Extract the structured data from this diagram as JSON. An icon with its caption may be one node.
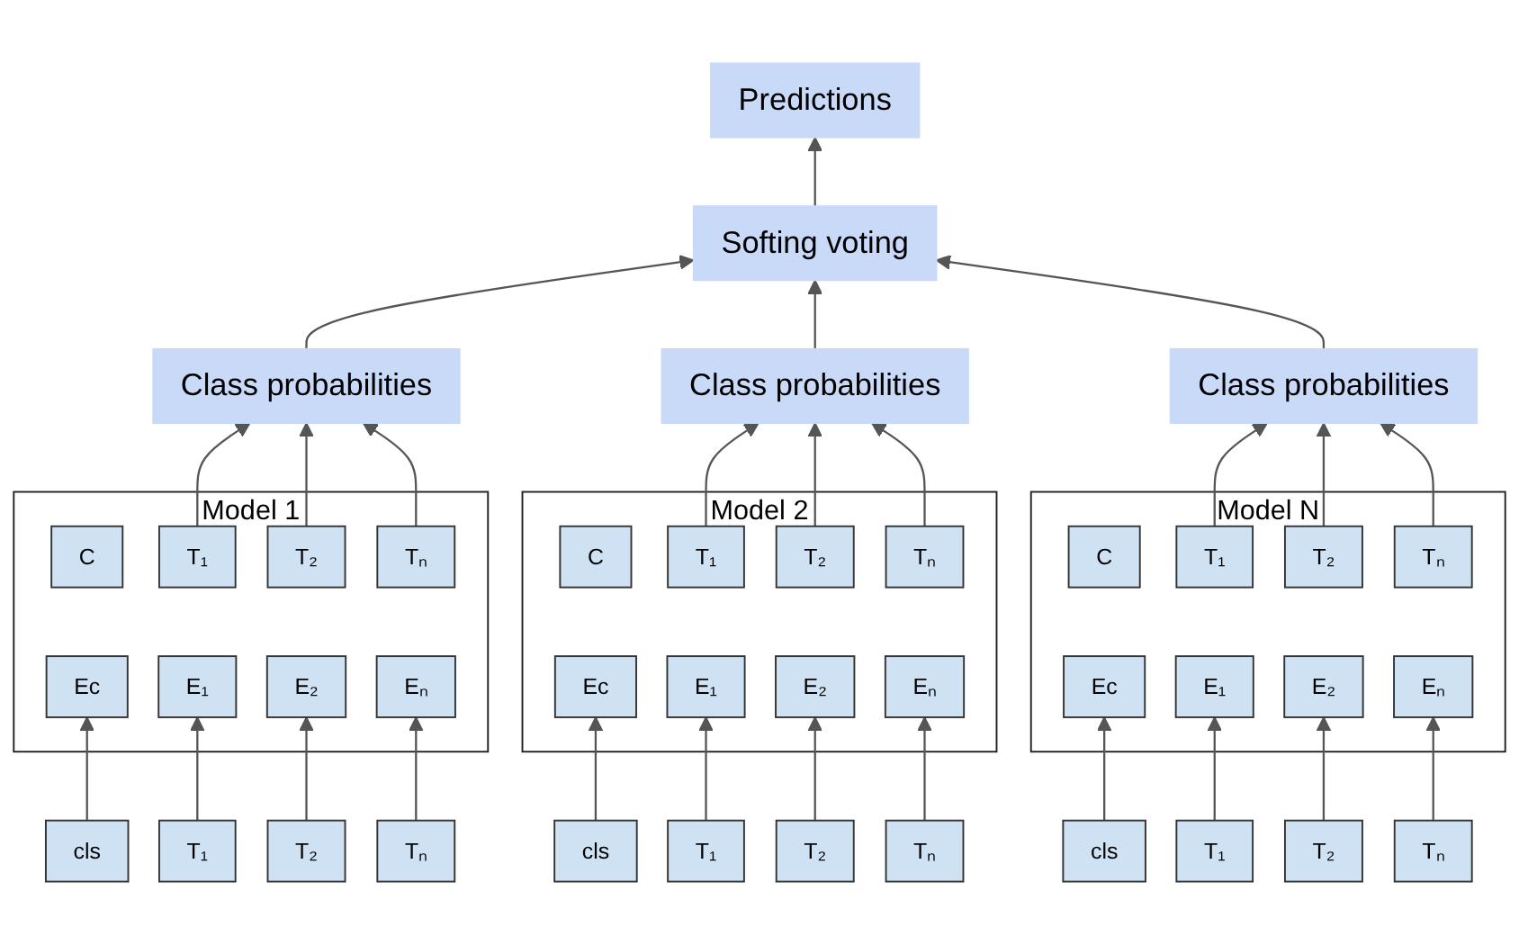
{
  "diagram": {
    "nodes": [
      {
        "text": [
          "Predictions"
        ]
      },
      {
        "text": [
          "Softing voting"
        ]
      },
      {
        "text": [
          "Class probabilities"
        ]
      },
      {
        "text": [
          "Class probabilities"
        ]
      },
      {
        "text": [
          "Class probabilities"
        ]
      },
      {
        "text": [
          "Model 1"
        ]
      },
      {
        "text": [
          "C"
        ],
        "in": 5
      },
      {
        "text": [
          "T₁"
        ],
        "in": 5
      },
      {
        "text": [
          "T₂"
        ],
        "in": 5
      },
      {
        "text": [
          "Tₙ"
        ],
        "in": 5
      },
      {
        "text": [
          "Ec"
        ],
        "in": 5
      },
      {
        "text": [
          "E₁"
        ],
        "in": 5
      },
      {
        "text": [
          "E₂"
        ],
        "in": 5
      },
      {
        "text": [
          "Eₙ"
        ],
        "in": 5
      },
      {
        "text": [
          "Model 2"
        ]
      },
      {
        "text": [
          "C"
        ],
        "in": 14
      },
      {
        "text": [
          "T₁"
        ],
        "in": 14
      },
      {
        "text": [
          "T₂"
        ],
        "in": 14
      },
      {
        "text": [
          "Tₙ"
        ],
        "in": 14
      },
      {
        "text": [
          "Ec"
        ],
        "in": 14
      },
      {
        "text": [
          "E₁"
        ],
        "in": 14
      },
      {
        "text": [
          "E₂"
        ],
        "in": 14
      },
      {
        "text": [
          "Eₙ"
        ],
        "in": 14
      },
      {
        "text": [
          "Model N"
        ]
      },
      {
        "text": [
          "C"
        ],
        "in": 23
      },
      {
        "text": [
          "T₁"
        ],
        "in": 23
      },
      {
        "text": [
          "T₂"
        ],
        "in": 23
      },
      {
        "text": [
          "Tₙ"
        ],
        "in": 23
      },
      {
        "text": [
          "Ec"
        ],
        "in": 23
      },
      {
        "text": [
          "E₁"
        ],
        "in": 23
      },
      {
        "text": [
          "E₂"
        ],
        "in": 23
      },
      {
        "text": [
          "Eₙ"
        ],
        "in": 23
      },
      {
        "text": [
          "cls"
        ]
      },
      {
        "text": [
          "T₁"
        ]
      },
      {
        "text": [
          "T₂"
        ]
      },
      {
        "text": [
          "Tₙ"
        ]
      },
      {
        "text": [
          "cls"
        ]
      },
      {
        "text": [
          "T₁"
        ]
      },
      {
        "text": [
          "T₂"
        ]
      },
      {
        "text": [
          "Tₙ"
        ]
      },
      {
        "text": [
          "cls"
        ]
      },
      {
        "text": [
          "T₁"
        ]
      },
      {
        "text": [
          "T₂"
        ]
      },
      {
        "text": [
          "Tₙ"
        ]
      }
    ],
    "edges": [
      {
        "from": 1,
        "to": 0,
        "arrow": "to"
      },
      {
        "from": 2,
        "to": 1,
        "arrow": "to"
      },
      {
        "from": 3,
        "to": 1,
        "arrow": "to"
      },
      {
        "from": 4,
        "to": 1,
        "arrow": "to"
      },
      {
        "from": 7,
        "to": 2,
        "arrow": "to"
      },
      {
        "from": 8,
        "to": 2,
        "arrow": "to"
      },
      {
        "from": 9,
        "to": 2,
        "arrow": "to"
      },
      {
        "from": 32,
        "to": 10,
        "arrow": "to"
      },
      {
        "from": 33,
        "to": 11,
        "arrow": "to"
      },
      {
        "from": 34,
        "to": 12,
        "arrow": "to"
      },
      {
        "from": 35,
        "to": 13,
        "arrow": "to"
      },
      {
        "from": 16,
        "to": 3,
        "arrow": "to"
      },
      {
        "from": 17,
        "to": 3,
        "arrow": "to"
      },
      {
        "from": 18,
        "to": 3,
        "arrow": "to"
      },
      {
        "from": 36,
        "to": 19,
        "arrow": "to"
      },
      {
        "from": 37,
        "to": 20,
        "arrow": "to"
      },
      {
        "from": 38,
        "to": 21,
        "arrow": "to"
      },
      {
        "from": 39,
        "to": 22,
        "arrow": "to"
      },
      {
        "from": 25,
        "to": 4,
        "arrow": "to"
      },
      {
        "from": 26,
        "to": 4,
        "arrow": "to"
      },
      {
        "from": 27,
        "to": 4,
        "arrow": "to"
      },
      {
        "from": 40,
        "to": 28,
        "arrow": "to"
      },
      {
        "from": 41,
        "to": 29,
        "arrow": "to"
      },
      {
        "from": 42,
        "to": 30,
        "arrow": "to"
      },
      {
        "from": 43,
        "to": 31,
        "arrow": "to"
      }
    ]
  }
}
